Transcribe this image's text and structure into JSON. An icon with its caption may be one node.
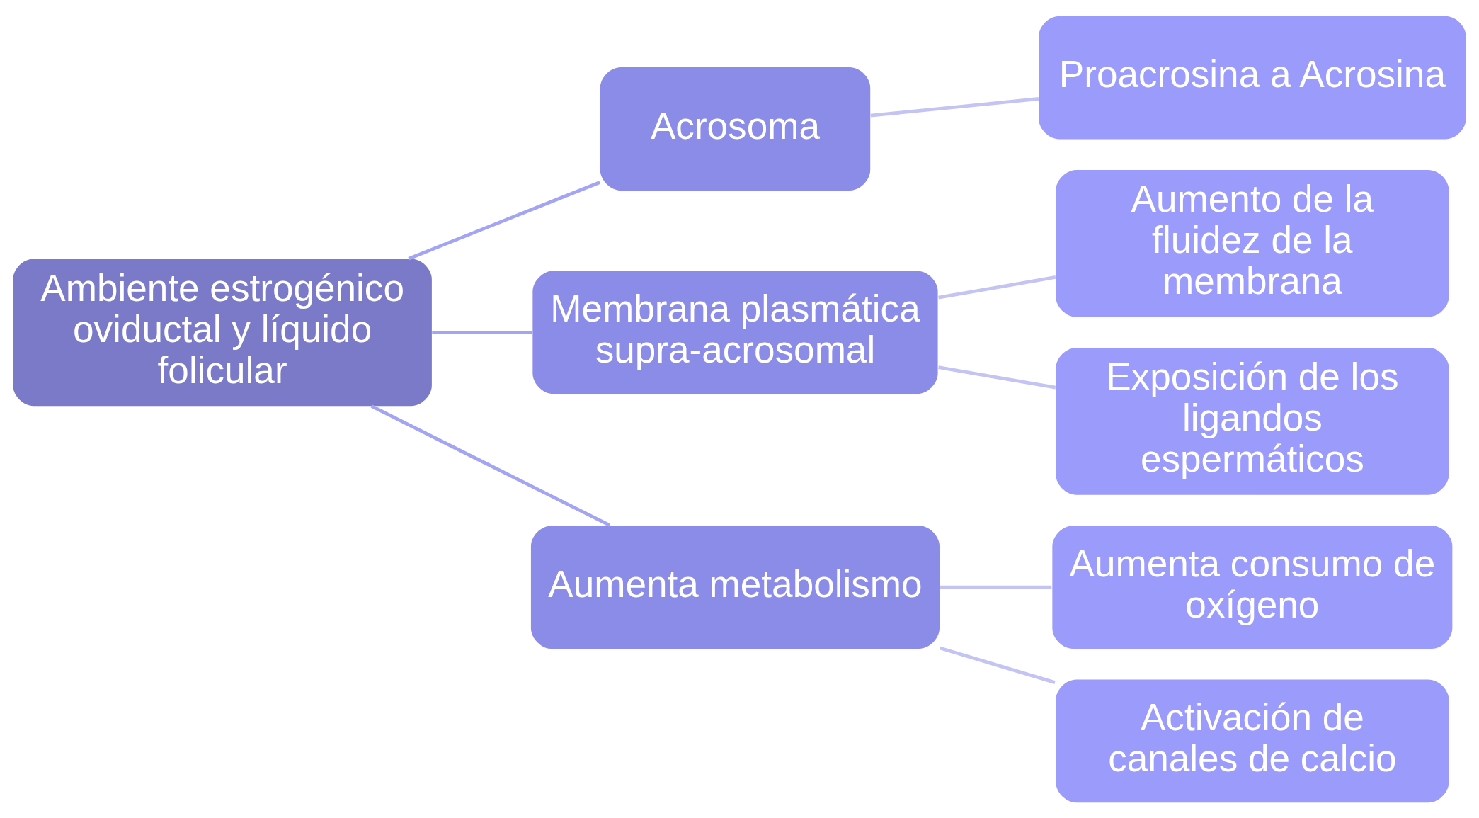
{
  "diagram": {
    "nodes": [
      {
        "text": [
          "Ambiente estrogénico oviductal y líquido folicular"
        ]
      },
      {
        "text": [
          "Acrosoma"
        ]
      },
      {
        "text": [
          "Membrana plasmática supra-acrosomal"
        ]
      },
      {
        "text": [
          "Aumenta metabolismo"
        ]
      },
      {
        "text": [
          "Proacrosina a Acrosina"
        ]
      },
      {
        "text": [
          "Aumento de la fluidez de la membrana"
        ]
      },
      {
        "text": [
          "Exposición de los ligandos espermáticos"
        ]
      },
      {
        "text": [
          "Aumenta consumo de oxígeno"
        ]
      },
      {
        "text": [
          "Activación de canales de calcio"
        ]
      }
    ],
    "edges": [
      {
        "from": 0,
        "to": 1,
        "arrow": "none",
        "color": "#a4a4f4"
      },
      {
        "from": 0,
        "to": 2,
        "arrow": "none",
        "color": "#a4a4f4"
      },
      {
        "from": 0,
        "to": 3,
        "arrow": "none",
        "color": "#a4a4f4"
      },
      {
        "from": 1,
        "to": 4,
        "arrow": "none"
      },
      {
        "from": 2,
        "to": 5,
        "arrow": "none"
      },
      {
        "from": 2,
        "to": 6,
        "arrow": "none"
      },
      {
        "from": 3,
        "to": 7,
        "arrow": "none"
      },
      {
        "from": 3,
        "to": 8,
        "arrow": "none"
      }
    ]
  }
}
